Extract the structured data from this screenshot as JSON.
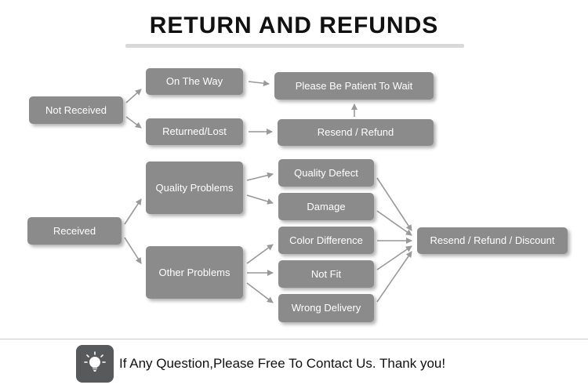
{
  "title": "RETURN AND REFUNDS",
  "nodes": {
    "not_received": "Not Received",
    "on_the_way": "On The Way",
    "returned_lost": "Returned/Lost",
    "be_patient": "Please Be Patient To Wait",
    "resend_refund": "Resend / Refund",
    "received": "Received",
    "quality_problems": "Quality Problems",
    "other_problems": "Other Problems",
    "quality_defect": "Quality Defect",
    "damage": "Damage",
    "color_difference": "Color Difference",
    "not_fit": "Not Fit",
    "wrong_delivery": "Wrong Delivery",
    "resend_refund_discount": "Resend / Refund / Discount"
  },
  "footer": {
    "message": "If Any Question,Please Free To Contact Us. Thank you!"
  },
  "colors": {
    "box_gray": "#8b8b8b",
    "arrow_gray": "#999999",
    "icon_background": "#58595b",
    "divider": "#cccccc"
  }
}
